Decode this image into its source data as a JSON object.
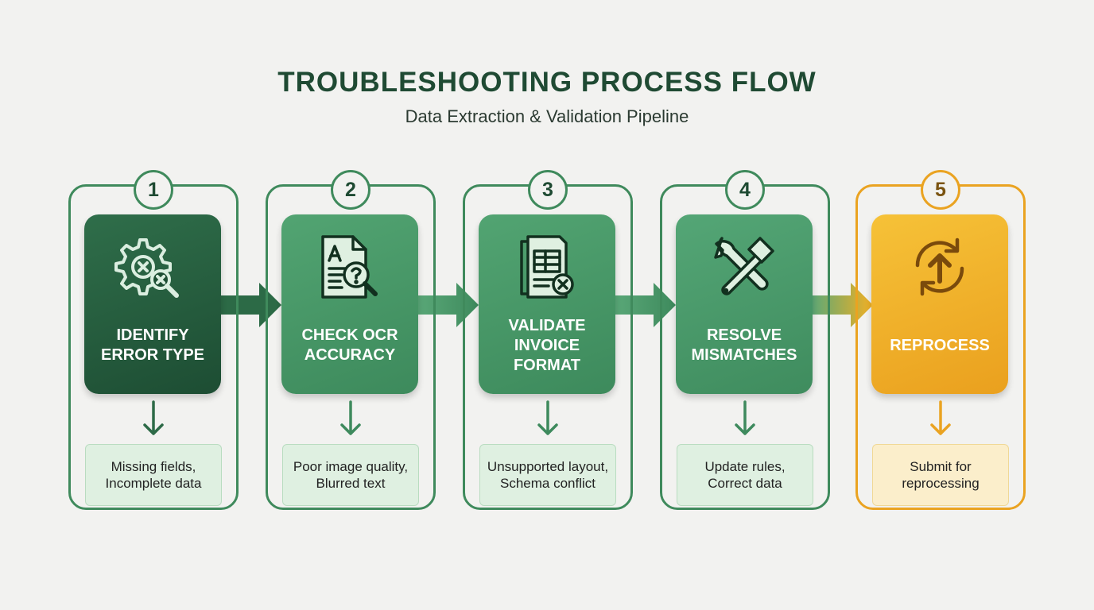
{
  "title": "TROUBLESHOOTING PROCESS FLOW",
  "subtitle": "Data Extraction & Validation Pipeline",
  "colors": {
    "dark_green": "#1d4d33",
    "green": "#3f8a5c",
    "light_green": "#dff0e1",
    "amber": "#eaa321",
    "light_amber": "#fbeecb"
  },
  "steps": [
    {
      "number": "1",
      "label": "IDENTIFY\nERROR TYPE",
      "note": "Missing fields,\nIncomplete data",
      "icon": "gear-error-magnifier-icon"
    },
    {
      "number": "2",
      "label": "CHECK OCR\nACCURACY",
      "note": "Poor image quality,\nBlurred text",
      "icon": "document-question-magnifier-icon"
    },
    {
      "number": "3",
      "label": "VALIDATE\nINVOICE\nFORMAT",
      "note": "Unsupported layout,\nSchema conflict",
      "icon": "invoice-error-icon"
    },
    {
      "number": "4",
      "label": "RESOLVE\nMISMATCHES",
      "note": "Update rules,\nCorrect data",
      "icon": "wrench-hammer-icon"
    },
    {
      "number": "5",
      "label": "REPROCESS",
      "note": "Submit for\nreprocessing",
      "icon": "refresh-upload-icon"
    }
  ]
}
